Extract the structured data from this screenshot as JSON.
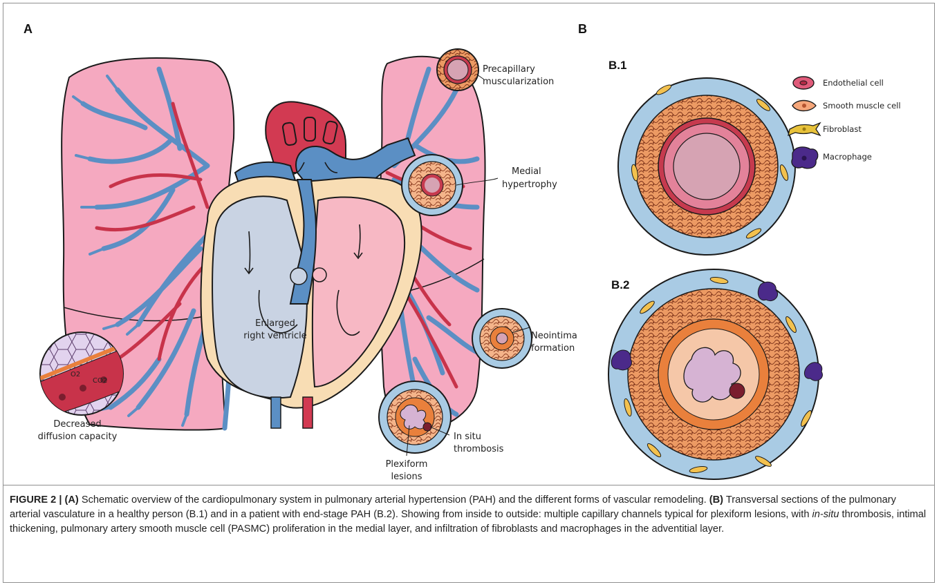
{
  "panels": {
    "a_label": "A",
    "b_label": "B",
    "b1_label": "B.1",
    "b2_label": "B.2"
  },
  "annotations": {
    "precapillary": [
      "Precapillary",
      "muscularization"
    ],
    "medial": [
      "Medial",
      "hypertrophy"
    ],
    "neointima": [
      "Neointima",
      "formation"
    ],
    "insitu": [
      "In situ",
      "thrombosis"
    ],
    "plexiform": [
      "Plexiform",
      "lesions"
    ],
    "diffusion": [
      "Decreased",
      "diffusion capacity"
    ],
    "ventricle": [
      "Enlarged",
      "right ventricle"
    ],
    "o2": "O2",
    "co2": "CO2"
  },
  "legend": [
    {
      "label": "Endothelial cell",
      "icon": "endothelial-cell-icon",
      "color": "#e05b7a"
    },
    {
      "label": "Smooth muscle cell",
      "icon": "smooth-muscle-cell-icon",
      "color": "#f5a67a"
    },
    {
      "label": "Fibroblast",
      "icon": "fibroblast-icon",
      "color": "#e8c23a"
    },
    {
      "label": "Macrophage",
      "icon": "macrophage-icon",
      "color": "#4b2a8a"
    }
  ],
  "colors": {
    "lung": "#f5a9c0",
    "vein": "#5b8fc4",
    "artery": "#c8334a",
    "heart_outer": "#f8ddb4",
    "ventricle": "#c9d3e3",
    "adventitia": "#a9cbe4",
    "media": "#f0a77a",
    "intima": "#e9803c",
    "lumen": "#d6a3b3"
  },
  "caption": {
    "figure_label": "FIGURE 2 |",
    "a_tag": "(A)",
    "a_text": "Schematic overview of the cardiopulmonary system in pulmonary arterial hypertension (PAH) and the different forms of vascular remodeling.",
    "b_tag": "(B)",
    "b_text_1": "Transversal sections of the pulmonary arterial vasculature in a healthy person (B.1) and in a patient with end-stage PAH (B.2). Showing from inside to outside: multiple capillary channels typical for plexiform lesions, with",
    "b_italic": "in-situ",
    "b_text_2": "thrombosis, intimal thickening, pulmonary artery smooth muscle cell (PASMC) proliferation in the medial layer, and infiltration of fibroblasts and macrophages in the adventitial layer."
  }
}
